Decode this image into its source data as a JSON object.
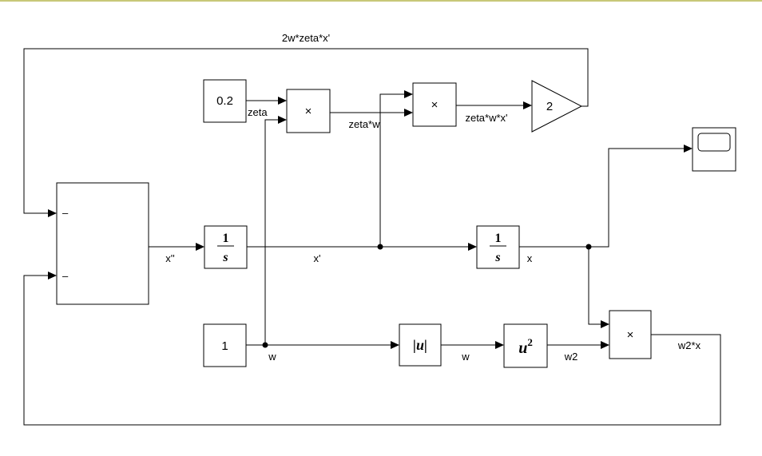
{
  "blocks": {
    "const_zeta": {
      "value": "0.2"
    },
    "const_w": {
      "value": "1"
    },
    "product_symbol": "×",
    "integrator": {
      "numerator": "1",
      "denominator": "s"
    },
    "abs": {
      "text": "|u|"
    },
    "square": {
      "base": "u",
      "exponent": "2"
    },
    "gain": {
      "value": "2"
    },
    "sum": {
      "port1_sign": "–",
      "port2_sign": "–"
    }
  },
  "signals": {
    "feedback_top": "2w*zeta*x'",
    "zeta": "zeta",
    "zeta_w": "zeta*w",
    "zeta_w_xdot": "zeta*w*x'",
    "xddot": "x''",
    "xdot": "x'",
    "x": "x",
    "w_const": "w",
    "w_abs": "w",
    "w2": "w2",
    "w2x": "w2*x"
  }
}
